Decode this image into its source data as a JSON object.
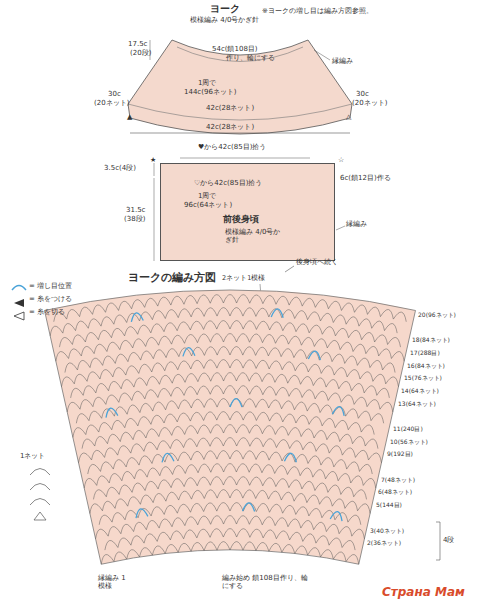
{
  "diagram": {
    "nodes": [
      {
        "text": [
          "前後身頃",
          "模様編み 4/0号かぎ針"
        ]
      }
    ],
    "labels": [
      "ヨーク",
      "模様編み 4/0号かぎ針",
      "※ヨークの増し目は編み方図参照。",
      "17.5c",
      "(20段)",
      "54c(鎖108目)",
      "作り、輪にする",
      "縁編み",
      "1周で",
      "144c(96ネット)",
      "30c",
      "(20ネット)",
      "▲",
      "30c",
      "(20ネット)",
      "△",
      "42c(28ネット)",
      "42c(28ネット)",
      "♥から42c(85目)拾う",
      "★",
      "☆",
      "3.5c(4段)",
      "♡から42c(85目)拾う",
      "6c(鎖12目)作る",
      "1周で",
      "96c(64ネット)",
      "31.5c",
      "(38段)",
      "縁編み",
      "ヨークの編み方図",
      "2ネット1模様",
      "後身頃へ続く",
      "20(96ネット)",
      "18(84ネット)",
      "17(288目)",
      "16(84ネット)",
      "15(76ネット)",
      "14(64ネット)",
      "13(64ネット)",
      "11(240目)",
      "10(56ネット)",
      "9(192目)",
      "7(48ネット)",
      "6(48ネット)",
      "5(144目)",
      "3(40ネット)",
      "2(36ネット)",
      "1ネット",
      "4段",
      "縁編み 1模様",
      "編み始め 鎖108目作り、輪にする",
      "Страна Мам"
    ],
    "legend": [
      {
        "text": "= 増し目位置"
      },
      {
        "text": "= 糸をつける"
      },
      {
        "text": "= 糸を切る"
      }
    ]
  }
}
